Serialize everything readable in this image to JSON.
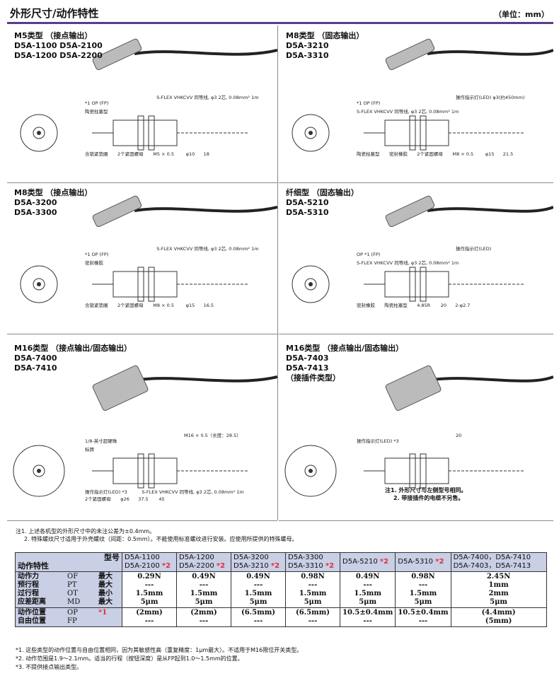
{
  "header": {
    "title": "外形尺寸/动作特性",
    "unit": "（单位：mm）"
  },
  "panels": [
    {
      "type": "M5类型 （接点输出）",
      "models": [
        "D5A-1100 D5A-2100",
        "D5A-1200 D5A-2200"
      ],
      "annotations": [
        "*1 OP (FP)",
        "S-FLEX VHKCVV 同等线, φ3 2芯, 0.08mm² 1m",
        "陶瓷柱塞型",
        "含锁紧垫圈",
        "2个紧固螺母",
        "M5 × 0.5",
        "φ10",
        "18"
      ]
    },
    {
      "type": "M8类型 （固态输出）",
      "models": [
        "D5A-3210",
        "D5A-3310"
      ],
      "annotations": [
        "*1 OP (FP)",
        "操作指示灯(LED) φ3(约450mm)",
        "S-FLEX VHKCVV 同等线, φ3 2芯, 0.08mm² 1m",
        "陶瓷柱塞型",
        "密封橡胶",
        "2个紧固螺母",
        "M8 × 0.5",
        "φ15",
        "21.5"
      ]
    },
    {
      "type": "M8类型 （接点输出）",
      "models": [
        "D5A-3200",
        "D5A-3300"
      ],
      "annotations": [
        "*1 OP (FP)",
        "S-FLEX VHKCVV 同等线, φ3 2芯, 0.08mm² 1m",
        "密封橡胶",
        "含锁紧垫圈",
        "2个紧固螺母",
        "M8 × 0.5",
        "φ15",
        "16.5"
      ]
    },
    {
      "type": "纤细型 （固态输出）",
      "models": [
        "D5A-5210",
        "D5A-5310"
      ],
      "annotations": [
        "OP *1 (FP)",
        "操作指示灯(LED)",
        "S-FLEX VHKCVV 同等线, φ3 2芯, 0.08mm² 1m",
        "密封橡胶",
        "陶瓷柱塞型",
        "4.85R",
        "20",
        "2-φ2.7"
      ]
    },
    {
      "type": "M16类型 （接点输出/固态输出）",
      "models": [
        "D5A-7400",
        "D5A-7410"
      ],
      "annotations": [
        "1/8-英寸超硬珠",
        "M16 × 0.5（长度：28.5）",
        "标牌",
        "操作指示灯(LED) *3",
        "S-FLEX VHKCVV 同等线, φ3 2芯, 0.08mm² 1m",
        "2个紧固螺母",
        "φ26",
        "37.5",
        "45"
      ]
    },
    {
      "type": "M16类型 （接点输出/固态输出）",
      "models": [
        "D5A-7403",
        "D5A-7413",
        "（接插件类型）"
      ],
      "annotations": [
        "操作指示灯(LED) *3",
        "20"
      ],
      "note": [
        "注1. 外形尺寸与左侧型号相同。",
        "2. 带接插件的电缆不另售。"
      ]
    }
  ],
  "notes": [
    "注1. 上述各机型的外形尺寸中的未注公差为±0.4mm。",
    "2. 特殊螺纹尺寸适用于外壳螺纹（间距：0.5mm）。不能使用标准螺纹进行安装。应使用所提供的特殊螺母。"
  ],
  "table": {
    "corner_model": "型号",
    "corner_char": "动作特性",
    "columns": [
      {
        "l1": "D5A-1100",
        "l2": "D5A-2100",
        "mark": "*2"
      },
      {
        "l1": "D5A-1200",
        "l2": "D5A-2200",
        "mark": "*2"
      },
      {
        "l1": "D5A-3200",
        "l2": "D5A-3210",
        "mark": "*2"
      },
      {
        "l1": "D5A-3300",
        "l2": "D5A-3310",
        "mark": "*2"
      },
      {
        "l1": "D5A-5210",
        "l2": "",
        "mark": "*2"
      },
      {
        "l1": "D5A-5310",
        "l2": "",
        "mark": "*2"
      },
      {
        "l1": "D5A-7400，D5A-7410",
        "l2": "D5A-7403，D5A-7413",
        "mark": ""
      }
    ],
    "rows": [
      {
        "name": "动作力",
        "abbr": "OF",
        "q": "最大",
        "values": [
          "0.29N",
          "0.49N",
          "0.49N",
          "0.98N",
          "0.49N",
          "0.98N",
          "2.45N"
        ]
      },
      {
        "name": "预行程",
        "abbr": "PT",
        "q": "最大",
        "values": [
          "---",
          "---",
          "---",
          "---",
          "---",
          "---",
          "1mm"
        ]
      },
      {
        "name": "过行程",
        "abbr": "OT",
        "q": "最小",
        "values": [
          "1.5mm",
          "1.5mm",
          "1.5mm",
          "1.5mm",
          "1.5mm",
          "1.5mm",
          "2mm"
        ]
      },
      {
        "name": "应差距离",
        "abbr": "MD",
        "q": "最大",
        "values": [
          "5μm",
          "5μm",
          "5μm",
          "5μm",
          "5μm",
          "5μm",
          "5μm"
        ]
      },
      {
        "name": "动作位置",
        "abbr": "OP",
        "q": "*1",
        "values": [
          "(2mm)",
          "(2mm)",
          "(6.5mm)",
          "(6.5mm)",
          "10.5±0.4mm",
          "10.5±0.4mm",
          "(4.4mm)"
        ]
      },
      {
        "name": "自由位置",
        "abbr": "FP",
        "q": "",
        "values": [
          "---",
          "---",
          "---",
          "---",
          "---",
          "---",
          "(5mm)"
        ]
      }
    ]
  },
  "footnotes": [
    "*1. 这些类型的动作位置与自由位置相同，因为其敏感性高（重复精度：1μm最大）。不适用于M16限位开关类型。",
    "*2. 动作范围是1.9～2.1mm。适当的行程（按钮深度）是从FP起到1.0～1.5mm的位置。",
    "*3. 不提供接点输出类型。"
  ]
}
